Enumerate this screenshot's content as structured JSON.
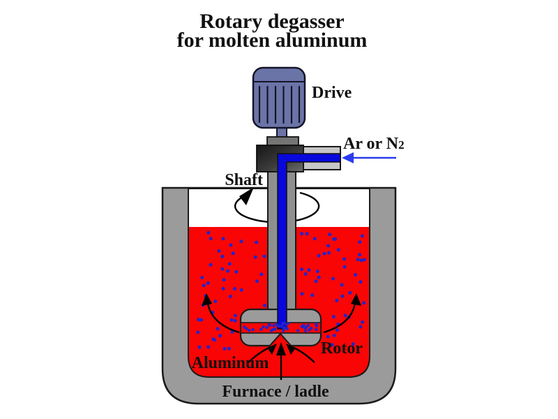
{
  "title": {
    "line1": "Rotary degasser",
    "line2": "for molten aluminum"
  },
  "labels": {
    "drive": "Drive",
    "gas": "Ar or N",
    "gas_sub": "2",
    "shaft": "Shaft",
    "rotor": "Rotor",
    "aluminum": "Aluminum",
    "furnace": "Furnace / ladle"
  },
  "colors": {
    "melt_red": "#f90505",
    "gas_blue": "#0808dd",
    "arrow_blue": "#2b3cee",
    "motor_blue": "#6b74a7",
    "metal_gray": "#9b9b9b",
    "shaft_gray": "#8f8f8f",
    "pipe_gray": "#c6c6c6",
    "bubble_blue": "#2424c9",
    "outline_dark": "#1a1a1a"
  },
  "bubbles": {
    "count_melt_left": 46,
    "count_melt_right": 46,
    "count_rotor_band": 30,
    "count_spray": 14
  }
}
